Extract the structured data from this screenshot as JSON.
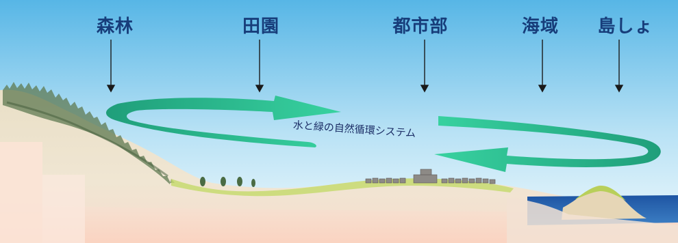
{
  "zones": [
    {
      "id": "forest",
      "label": "森林"
    },
    {
      "id": "farmland",
      "label": "田園"
    },
    {
      "id": "urban",
      "label": "都市部"
    },
    {
      "id": "sea",
      "label": "海域"
    },
    {
      "id": "island",
      "label": "島しょ"
    }
  ],
  "cycle_caption": "水と緑の自然循環システム",
  "colors": {
    "label_text": "#173d7a",
    "sky_top": "#57b6e6",
    "sky_bottom": "#eaf6fc",
    "cycle_arrow": "#2bb58a",
    "land": "#e5d9bd",
    "grass": "#b8cf5a",
    "sea": "#1f5aa8",
    "pointer_arrow": "#1a1a1a"
  }
}
